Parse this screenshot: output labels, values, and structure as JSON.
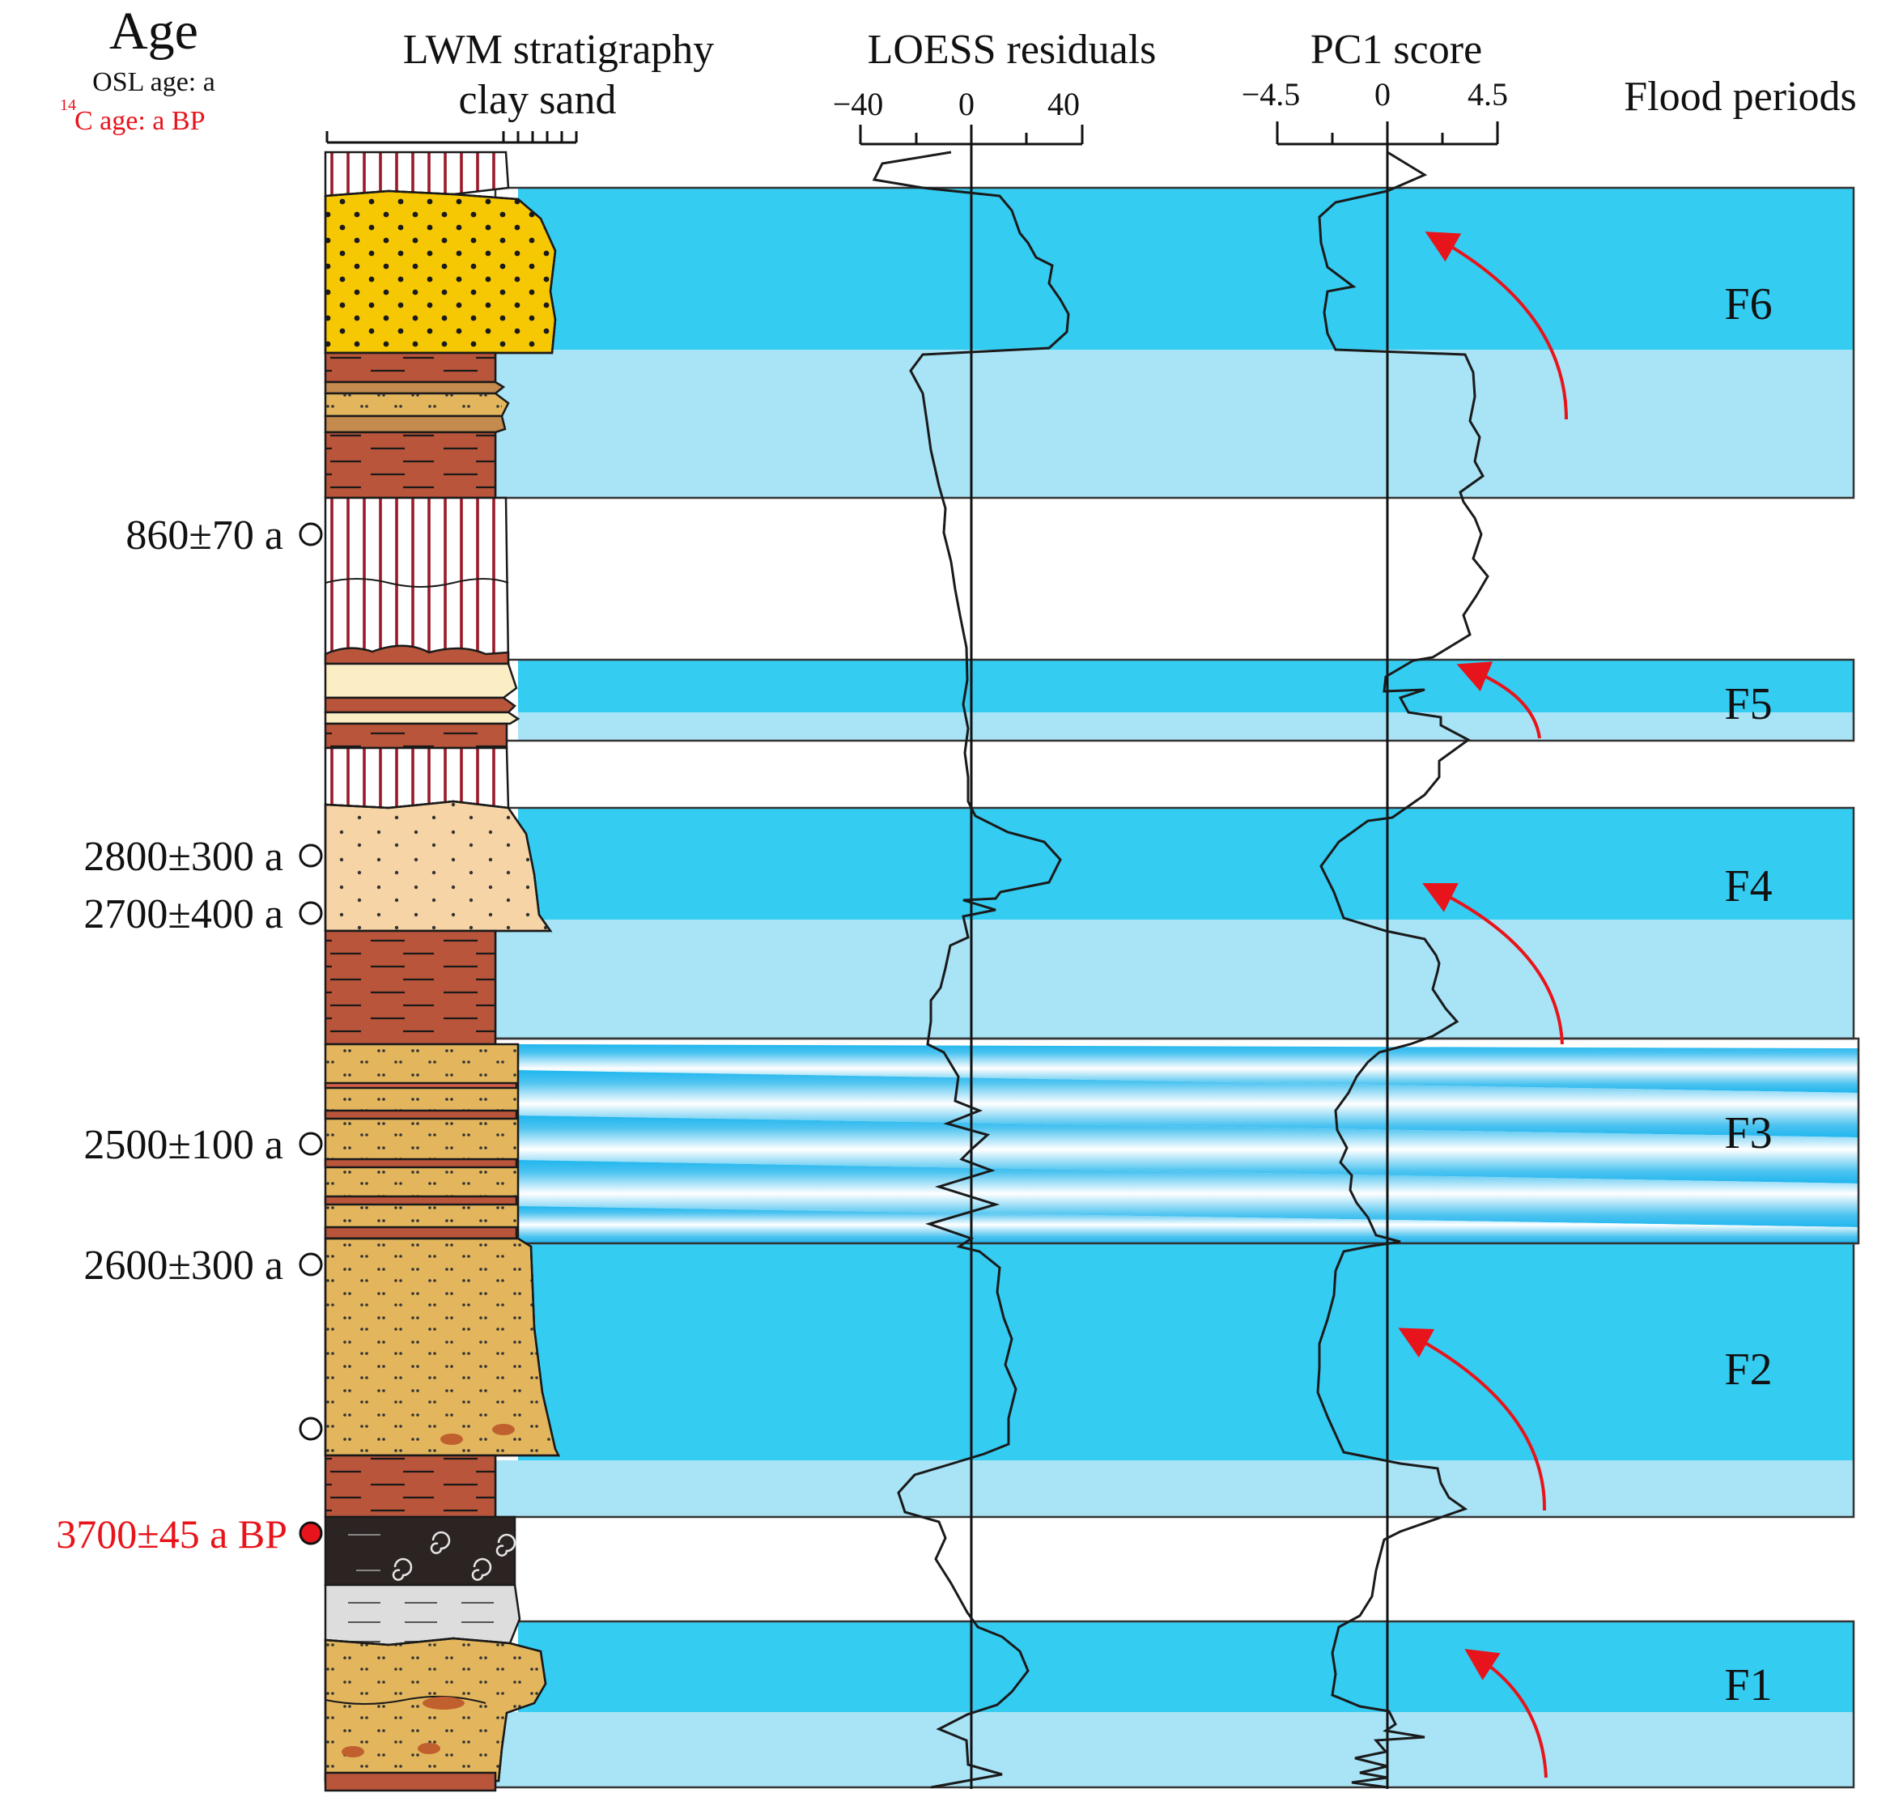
{
  "headers": {
    "age_title": "Age",
    "age_sub_osl": "OSL age: a",
    "age_sub_c14_sup": "14",
    "age_sub_c14": "C age: a BP",
    "stratigraphy_line1": "LWM stratigraphy",
    "stratigraphy_line2": "clay sand",
    "loess_title": "LOESS  residuals",
    "pc1_title": "PC1 score",
    "flood_title": "Flood periods"
  },
  "loess_axis": {
    "ticks": [
      "−40",
      "0",
      "40"
    ],
    "range": [
      -40,
      40
    ]
  },
  "pc1_axis": {
    "ticks": [
      "−4.5",
      "0",
      "4.5"
    ],
    "range": [
      -4.5,
      4.5
    ]
  },
  "age_labels": [
    {
      "text": "860±70 a",
      "kind": "OSL"
    },
    {
      "text": "2800±300 a",
      "kind": "OSL"
    },
    {
      "text": "2700±400 a",
      "kind": "OSL"
    },
    {
      "text": "2500±100 a",
      "kind": "OSL"
    },
    {
      "text": "2600±300 a",
      "kind": "OSL"
    },
    {
      "text": "",
      "kind": "OSL"
    },
    {
      "text": "3700±45 a BP",
      "kind": "14C"
    }
  ],
  "flood_periods": [
    {
      "label": "F6"
    },
    {
      "label": "F5"
    },
    {
      "label": "F4"
    },
    {
      "label": "F3"
    },
    {
      "label": "F2"
    },
    {
      "label": "F1"
    }
  ],
  "colors": {
    "flood_dark": "#35ccf2",
    "flood_light": "#a9e3f6",
    "arrow": "#e8141b",
    "silt_red": "#b9553a",
    "sand_yellow": "#f6c804",
    "sand_tan": "#e3b65e",
    "sand_light": "#f7d4a6",
    "dark_layer": "#2c2422",
    "gray_layer": "#dddddd",
    "soil_stripe": "#9a1a2a"
  }
}
